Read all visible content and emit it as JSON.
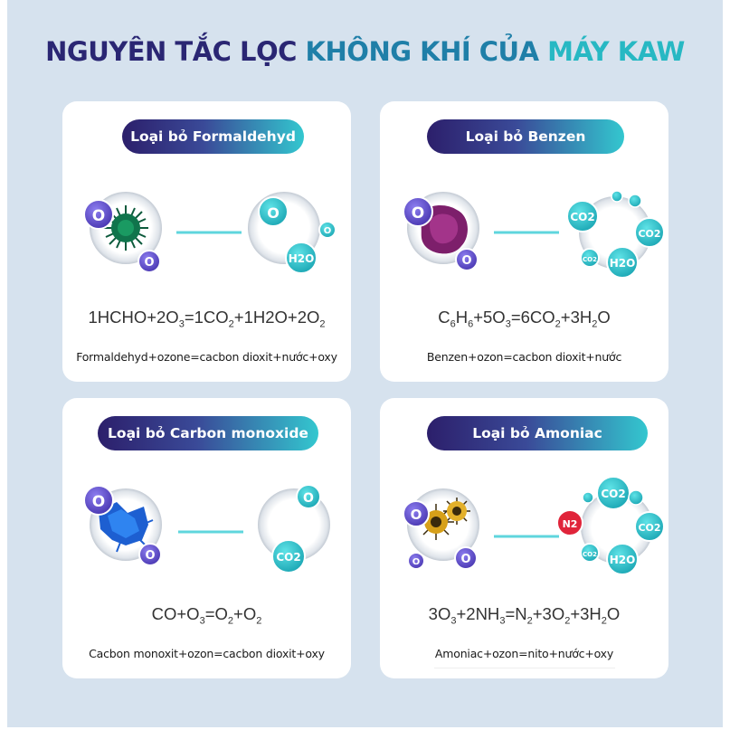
{
  "title": {
    "part1": "NGUYÊN TẮC LỌC ",
    "part2": "KHÔNG KHÍ CỦA ",
    "part3": "MÁY KAW"
  },
  "colors": {
    "background": "#d6e2ee",
    "title_dark": "#2a2673",
    "title_mid": "#1f7fa8",
    "title_cyan": "#27b8c3",
    "bubble": "#33c7cf",
    "ozone": "#6a5ad1",
    "connector": "#5fd6dd"
  },
  "cards": [
    {
      "label": "Loại bỏ Formaldehyd",
      "description": "Formaldehyd+ozone=cacbon dioxit+nước+oxy",
      "pollutant_icon": "formaldehyde-molecule-icon"
    },
    {
      "label": "Loại bỏ Benzen",
      "description": "Benzen+ozon=cacbon dioxit+nước",
      "pollutant_icon": "benzene-molecule-icon"
    },
    {
      "label": "Loại bỏ Carbon monoxide",
      "description": "Cacbon monoxit+ozon=cacbon dioxit+oxy",
      "pollutant_icon": "carbon-monoxide-molecule-icon"
    },
    {
      "label": "Loại bỏ Amoniac",
      "description": "Amoniac+ozon=nito+nước+oxy",
      "pollutant_icon": "ammonia-molecule-icon"
    }
  ],
  "equations": {
    "e1": {
      "a": "1HCHO+2O",
      "s1": "3",
      "b": "=1CO",
      "s2": "2",
      "c": "+1H2O+2O",
      "s3": "2"
    },
    "e2": {
      "a": "C",
      "s1": "6",
      "b": "H",
      "s2": "6",
      "c": "+5O",
      "s3": "3",
      "d": "=6CO",
      "s4": "2",
      "e": "+3H",
      "s5": "2",
      "f": "O"
    },
    "e3": {
      "a": "CO+O",
      "s1": "3",
      "b": "=O",
      "s2": "2",
      "c": "+O",
      "s3": "2"
    },
    "e4": {
      "a": "3O",
      "s1": "3",
      "b": "+2NH",
      "s2": "3",
      "c": "=N",
      "s3": "2",
      "d": "+3O",
      "s4": "2",
      "e": "+3H",
      "s5": "2",
      "f": "O"
    }
  },
  "labels": {
    "o3": "O",
    "h2o": "H",
    "h2o_sub": "2",
    "h2o_tail": "O",
    "co2": "CO",
    "co2_sub": "2",
    "n2": "N2"
  }
}
